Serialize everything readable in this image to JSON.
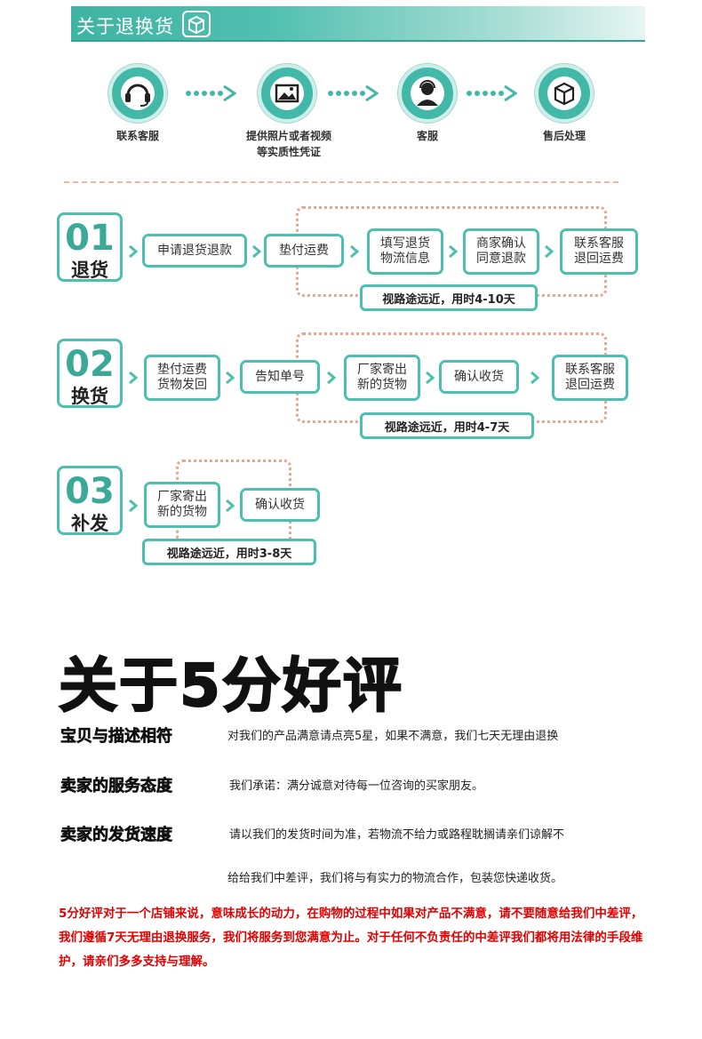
{
  "banner": {
    "title": "关于退换货"
  },
  "steps": [
    {
      "label": "联系客服",
      "icon": "headset-icon"
    },
    {
      "label": "提供照片或者视频\n等实质性凭证",
      "icon": "photo-icon"
    },
    {
      "label": "客服",
      "icon": "agent-icon"
    },
    {
      "label": "售后处理",
      "icon": "box-icon"
    }
  ],
  "flows": {
    "return": {
      "num": "01",
      "name": "退货",
      "boxes": [
        "申请退货退款",
        "垫付运费",
        "填写退货\n物流信息",
        "商家确认\n同意退款",
        "联系客服\n退回运费"
      ],
      "time": "视路途远近，用时4-10天"
    },
    "exchange": {
      "num": "02",
      "name": "换货",
      "boxes": [
        "垫付运费\n货物发回",
        "告知单号",
        "厂家寄出\n新的货物",
        "确认收货",
        "联系客服\n退回运费"
      ],
      "time": "视路途远近，用时4-7天"
    },
    "reissue": {
      "num": "03",
      "name": "补发",
      "boxes": [
        "厂家寄出\n新的货物",
        "确认收货"
      ],
      "time": "视路途远近，用时3-8天"
    }
  },
  "rating": {
    "title": "关于5分好评",
    "rows": [
      {
        "label": "宝贝与描述相符",
        "text": "对我们的产品满意请点亮5星，如果不满意，我们七天无理由退换"
      },
      {
        "label": "卖家的服务态度",
        "text": "我们承诺：满分诚意对待每一位咨询的买家朋友。"
      },
      {
        "label": "卖家的发货速度",
        "text": "请以我们的发货时间为准，若物流不给力或路程耽搁请亲们谅解不"
      }
    ],
    "continuation": "给给我们中差评，我们将与有实力的物流合作，包装您快递收货。",
    "notice": "5分好评对于一个店铺来说，意味成长的动力，在购物的过程中如果对产品不满意，请不要随意给我们中差评，我们遵循7天无理由退换服务，我们将服务到您满意为止。对于任何不负责任的中差评我们都将用法律的手段维护，请亲们多多支持与理解。"
  },
  "colors": {
    "teal": "#4dbfae",
    "dotted": "#e3a88d",
    "notice": "#e10000"
  }
}
